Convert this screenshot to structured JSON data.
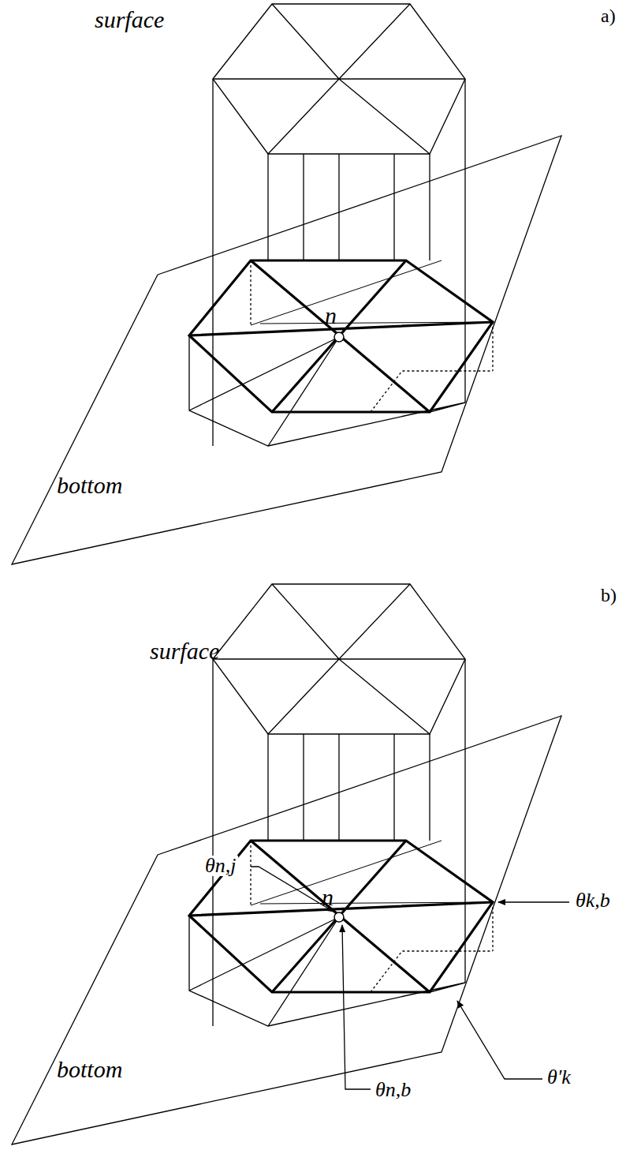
{
  "diagram": {
    "labels": [
      "surface",
      "a)",
      "n",
      "bottom",
      "surface",
      "b)",
      "θn,j",
      "n",
      "θk,b",
      "θ'k",
      "θn,b",
      "bottom"
    ]
  }
}
